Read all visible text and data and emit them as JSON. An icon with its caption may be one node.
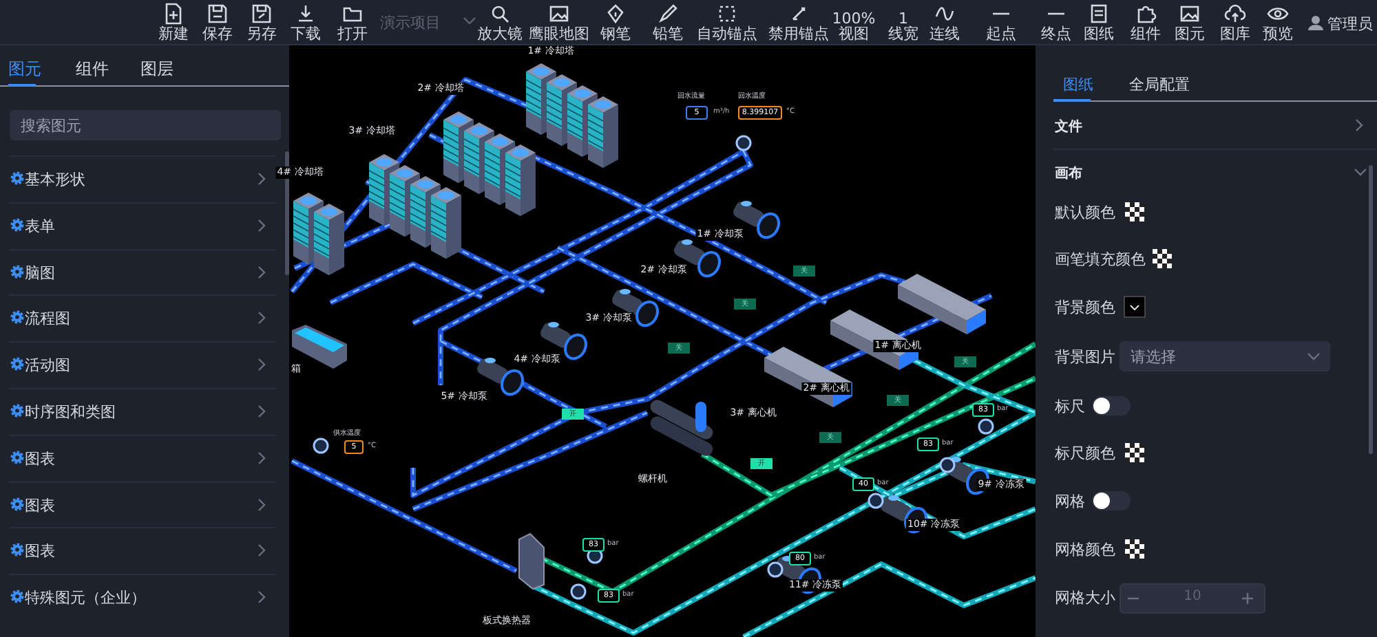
{
  "diagram": {
    "labels": [
      "新建",
      "保存",
      "另存",
      "下载",
      "打开",
      "演示项目",
      "放大镜",
      "鹰眼地图",
      "钢笔",
      "铅笔",
      "自动锚点",
      "禁用锚点",
      "100%",
      "视图",
      "1",
      "线宽",
      "连线",
      "起点",
      "终点",
      "图纸",
      "组件",
      "图元",
      "图库",
      "预览",
      "管理员",
      "图元",
      "组件",
      "图层",
      "搜索图元",
      "基本形状",
      "表单",
      "脑图",
      "流程图",
      "活动图",
      "时序图和类图",
      "图表",
      "图表",
      "图表",
      "特殊图元（企业）",
      "1# 冷却塔",
      "2# 冷却塔",
      "3# 冷却塔",
      "4# 冷却塔",
      "回水流量",
      "5",
      "m³/h",
      "回水温度",
      "8.399107",
      "°C",
      "1# 冷却泵",
      "2# 冷却泵",
      "3# 冷却泵",
      "4# 冷却泵",
      "5# 冷却泵",
      "箱",
      "供水温度",
      "5",
      "°C",
      "关",
      "关",
      "关",
      "关",
      "关",
      "开",
      "关",
      "开",
      "1# 离心机",
      "2# 离心机",
      "3# 离心机",
      "螺杆机",
      "83",
      "bar",
      "83",
      "bar",
      "40",
      "bar",
      "9# 冷冻泵",
      "10# 冷冻泵",
      "83",
      "bar",
      "80",
      "bar",
      "11# 冷冻泵",
      "83",
      "bar",
      "板式换热器",
      "图纸",
      "全局配置",
      "文件",
      "画布",
      "默认颜色",
      "画笔填充颜色",
      "背景颜色",
      "背景图片",
      "请选择",
      "标尺",
      "标尺颜色",
      "网格",
      "网格颜色",
      "网格大小",
      "10"
    ]
  }
}
